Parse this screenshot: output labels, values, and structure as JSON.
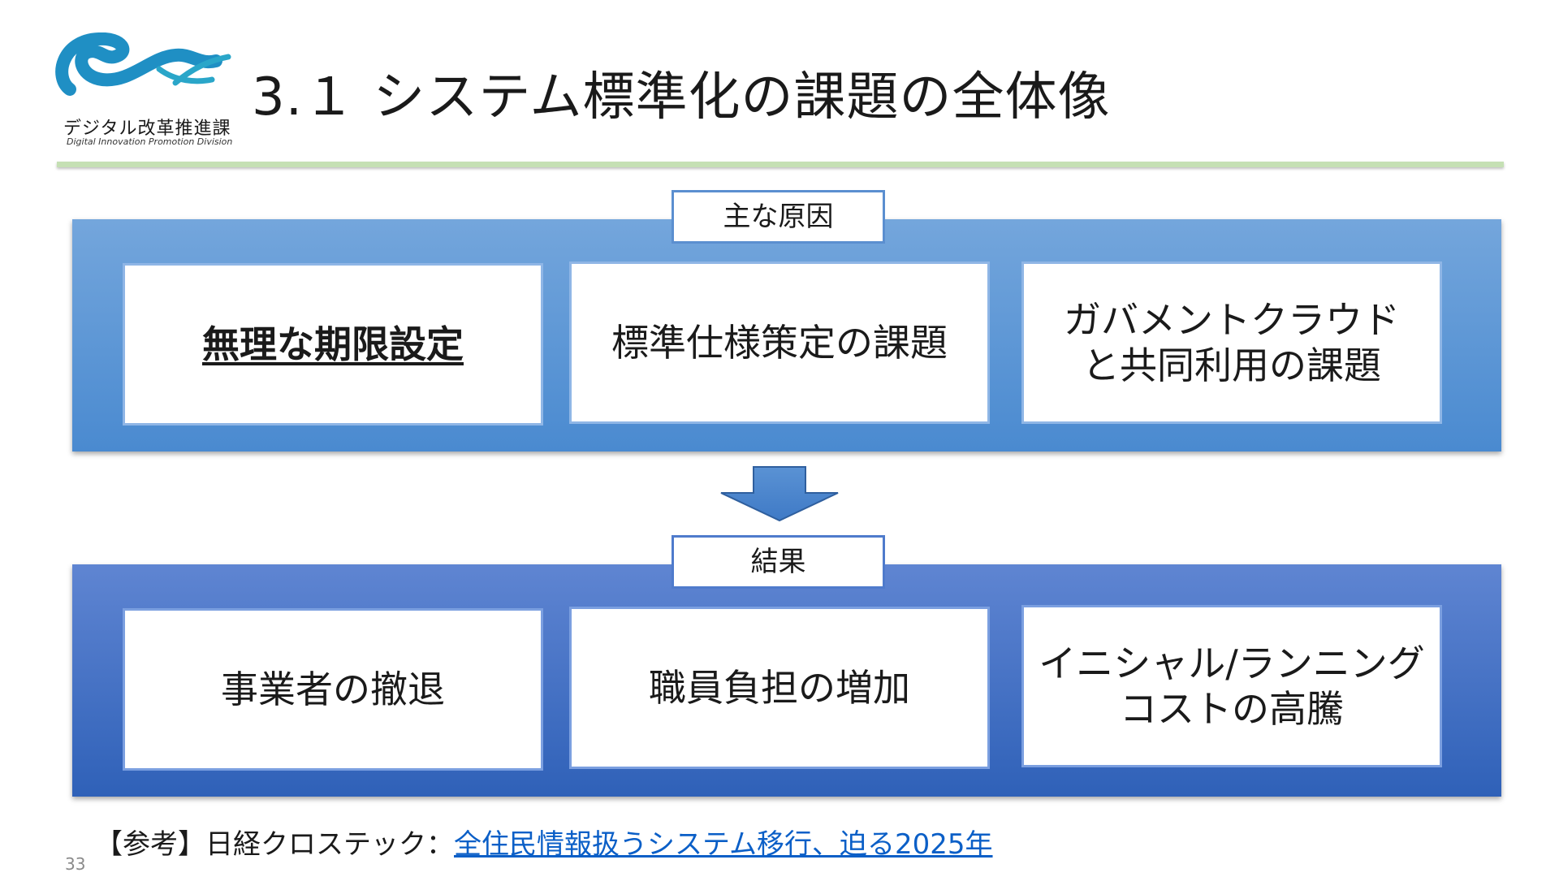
{
  "logo": {
    "ja": "デジタル改革推進課",
    "en": "Digital Innovation Promotion Division",
    "icon": "wave-logo-icon",
    "colors": {
      "primary": "#1f8fc4",
      "secondary": "#2aa6c9"
    }
  },
  "title": "3.１ システム標準化の課題の全体像",
  "causes": {
    "label": "主な原因",
    "cards": [
      {
        "text": "無理な期限設定"
      },
      {
        "text": "標準仕様策定の課題"
      },
      {
        "text": "ガバメントクラウド\nと共同利用の課題"
      }
    ]
  },
  "arrow_icon": "down-arrow-icon",
  "results": {
    "label": "結果",
    "cards": [
      {
        "text": "事業者の撤退"
      },
      {
        "text": "職員負担の増加"
      },
      {
        "text": "イニシャル/ランニング\nコストの高騰"
      }
    ]
  },
  "footnote": {
    "prefix": "【参考】日経クロステック：",
    "link_text": "全住民情報扱うシステム移行、迫る2025年"
  },
  "page_number": "33",
  "colors": {
    "accent_rule": "#c5e0b4",
    "panel_top": "#5b95d6",
    "panel_bottom": "#3e6fc4",
    "link": "#0b5fc7"
  }
}
